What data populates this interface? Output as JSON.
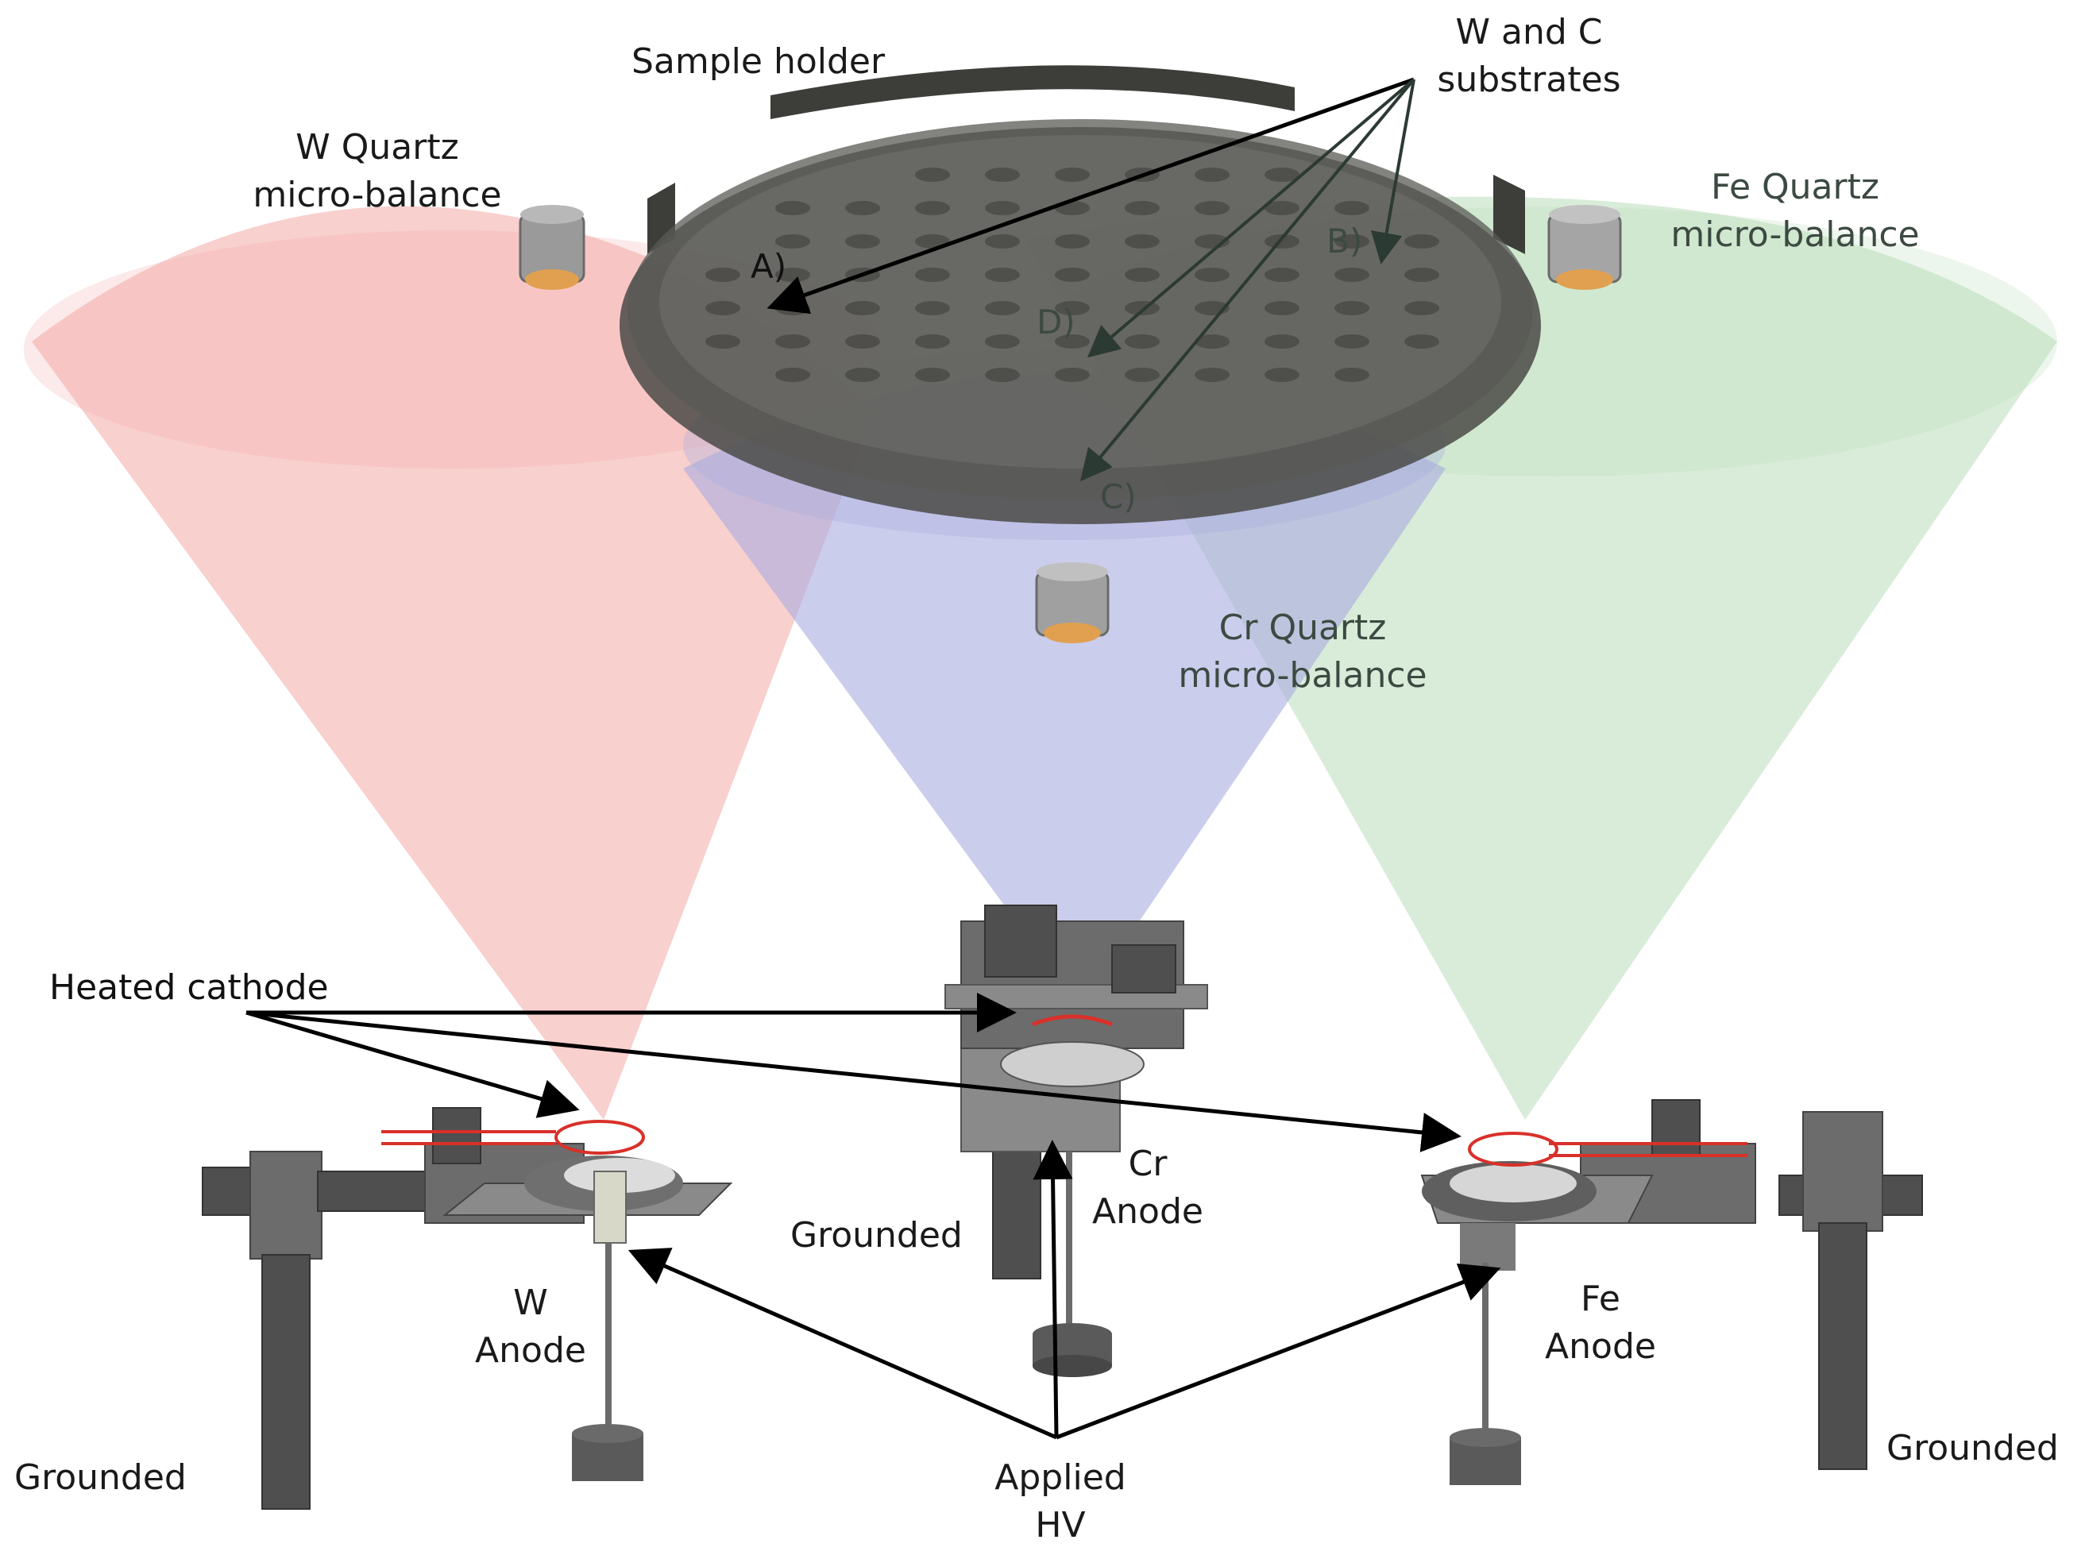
{
  "labels": {
    "sample_holder": "Sample holder",
    "substrates_line1": "W and C",
    "substrates_line2": "substrates",
    "w_qcm_line1": "W Quartz",
    "w_qcm_line2": "micro-balance",
    "fe_qcm_line1": "Fe Quartz",
    "fe_qcm_line2": "micro-balance",
    "cr_qcm_line1": "Cr Quartz",
    "cr_qcm_line2": "micro-balance",
    "marker_a": "A)",
    "marker_b": "B)",
    "marker_c": "C)",
    "marker_d": "D)",
    "heated_cathode": "Heated cathode",
    "cr_anode_line1": "Cr",
    "cr_anode_line2": "Anode",
    "w_anode_line1": "W",
    "w_anode_line2": "Anode",
    "fe_anode_line1": "Fe",
    "fe_anode_line2": "Anode",
    "grounded_left": "Grounded",
    "grounded_center": "Grounded",
    "grounded_right": "Grounded",
    "applied_hv_line1": "Applied",
    "applied_hv_line2": "HV"
  },
  "colors": {
    "w_plume": "#f2a9a6",
    "fe_plume": "#b9dcb9",
    "cr_plume": "#a9acdf",
    "holder": "#4a4a46",
    "qcm_crystal": "#e0a050",
    "cathode_wire": "#d9302a"
  }
}
